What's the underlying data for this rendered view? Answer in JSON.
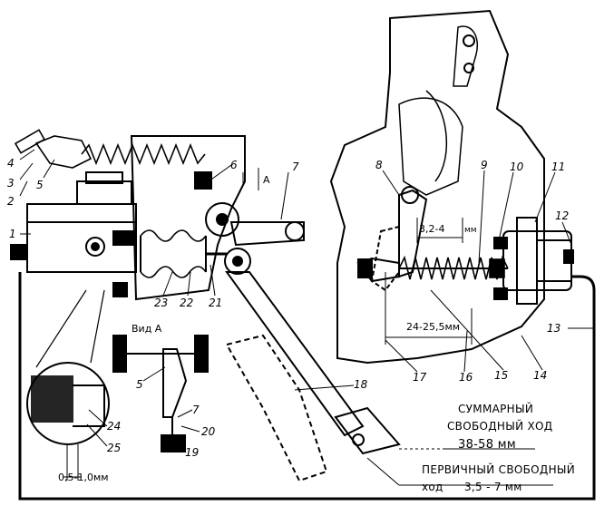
{
  "callouts": {
    "n1": "1",
    "n2": "2",
    "n3": "3",
    "n4": "4",
    "n5": "5",
    "n6": "6",
    "n7": "7",
    "n8": "8",
    "n9": "9",
    "n10": "10",
    "n11": "11",
    "n12": "12",
    "n13": "13",
    "n14": "14",
    "n15": "15",
    "n16": "16",
    "n17": "17",
    "n18": "18",
    "n19": "19",
    "n20": "20",
    "n21": "21",
    "n22": "22",
    "n23": "23",
    "n24": "24",
    "n25": "25",
    "view_a_n5": "5",
    "view_a_n7": "7"
  },
  "view_marker": "A",
  "view_a_label": "Вид А",
  "dims": {
    "gap_32_4": "3,2-4",
    "gap_32_4_unit": "мм",
    "len_24_255": "24-25,5мм",
    "clearance_05_10": "0,5-1,0мм"
  },
  "total_free_play": {
    "line1": "СУММАРНЫЙ",
    "line2": "СВОБОДНЫЙ ХОД",
    "value": "38-58 мм"
  },
  "primary_free_play": {
    "line1": "ПЕРВИЧНЫЙ СВОБОДНЫЙ",
    "line2_prefix": "ход",
    "value": "3,5 - 7 мм"
  }
}
